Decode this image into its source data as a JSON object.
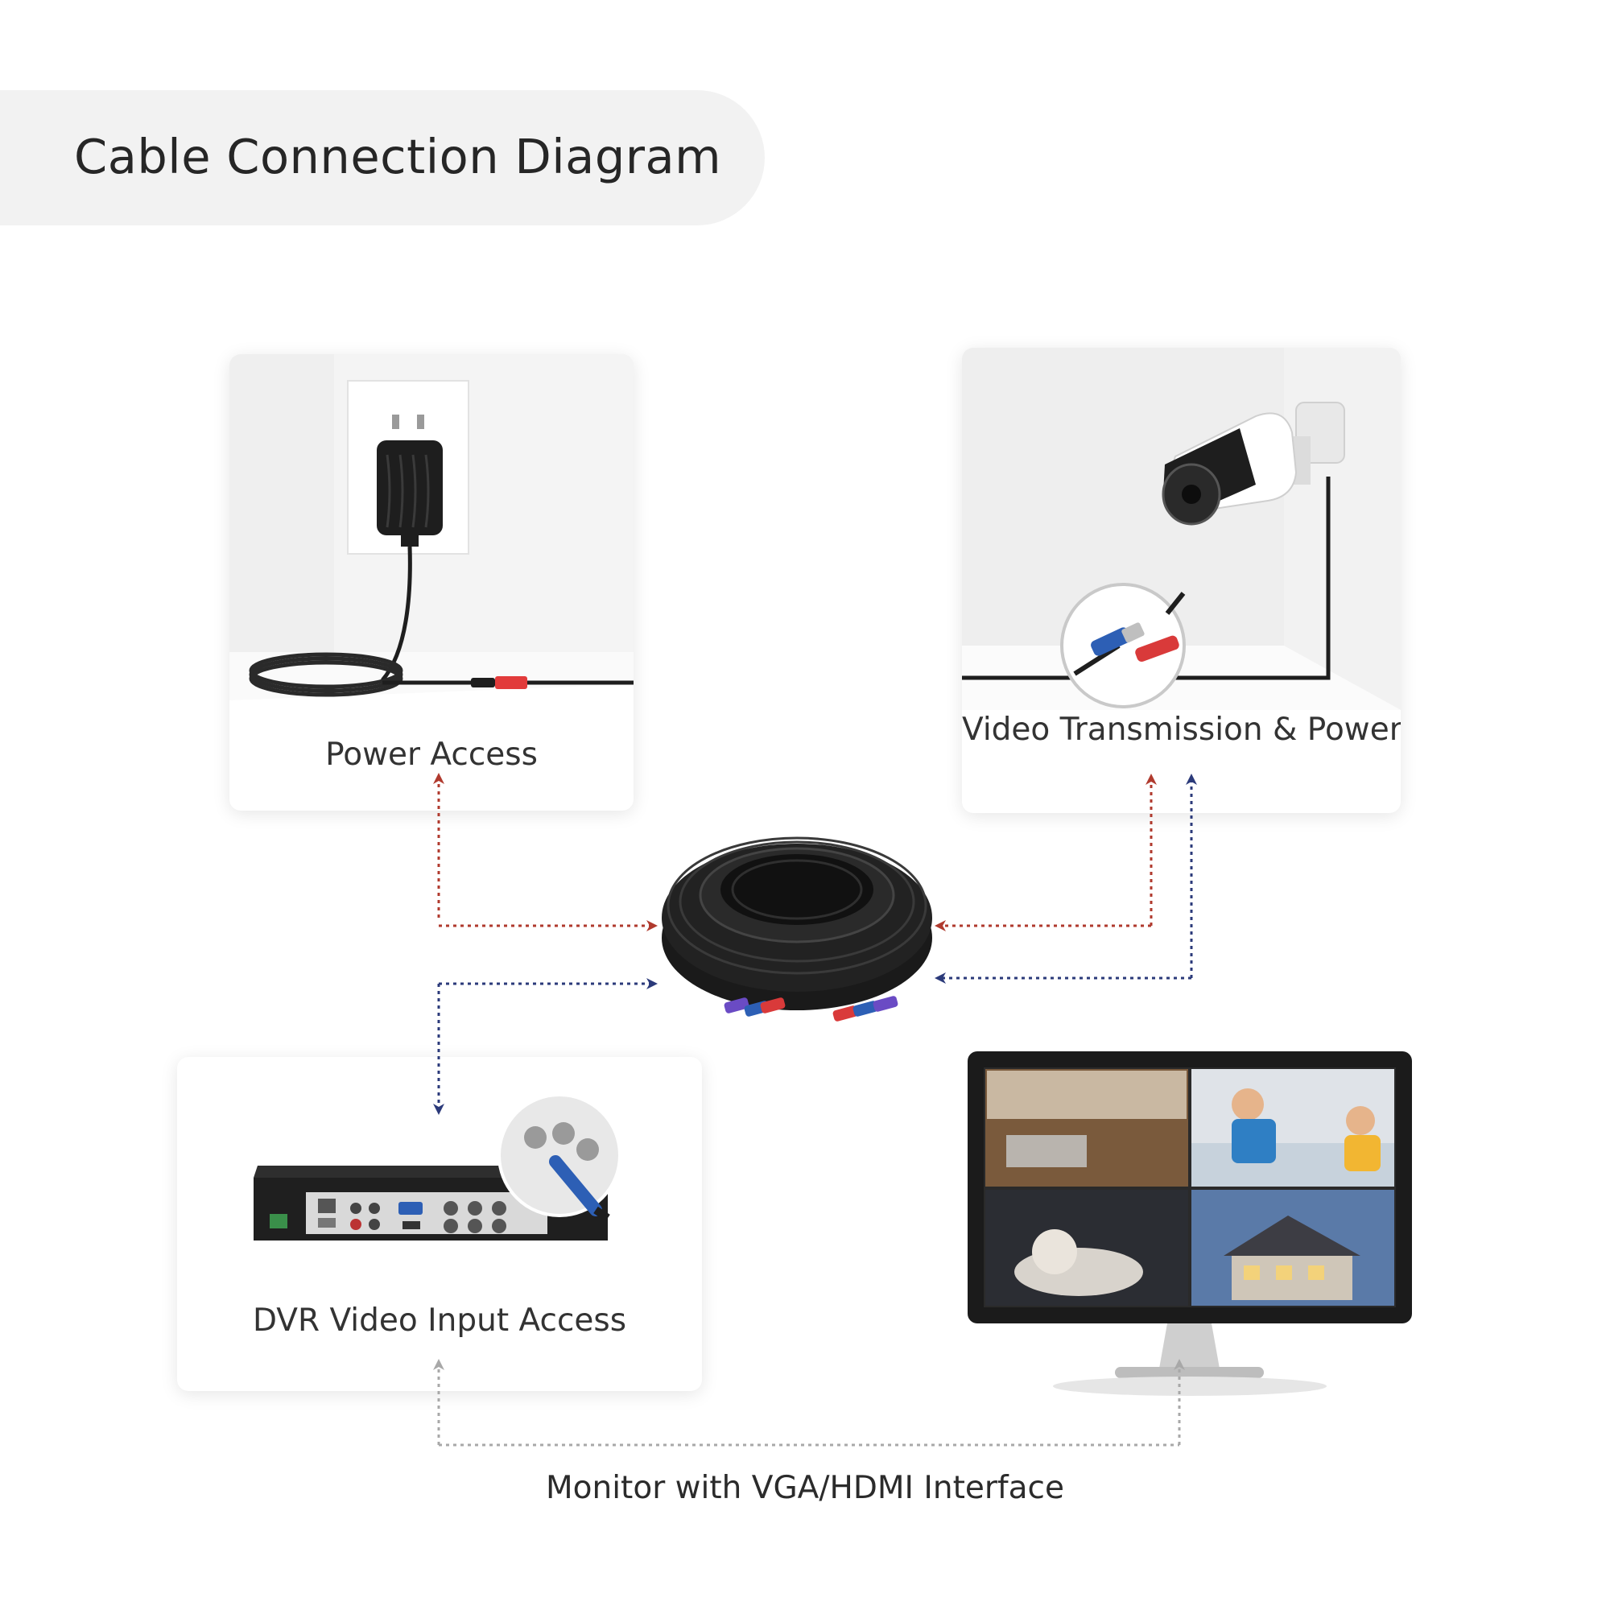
{
  "header": {
    "title": "Cable Connection Diagram"
  },
  "cards": {
    "power": {
      "label": "Power Access"
    },
    "camera": {
      "label": "Video Transmission & Power"
    },
    "dvr": {
      "label": "DVR Video Input Access"
    }
  },
  "monitor": {
    "caption": "Monitor with VGA/HDMI Interface"
  },
  "colors": {
    "power_line": "#b03a2e",
    "video_line": "#2b3a7a",
    "monitor_line": "#9a9a9a",
    "banner": "#f2f2f2"
  }
}
